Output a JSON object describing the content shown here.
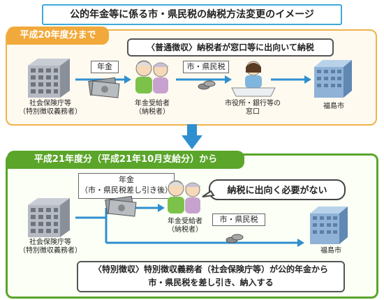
{
  "title": "公的年金等に係る市・県民税の納税方法変更のイメージ",
  "before": {
    "tag": "平成20年度分まで",
    "note": "〈普通徴収〉納税者が窓口等に出向いて納税",
    "pension_label": "年金",
    "tax_label": "市・県民税",
    "agency_line1": "社会保険庁等",
    "agency_line2": "（特別徴収義務者）",
    "recipient_line1": "年金受給者",
    "recipient_line2": "（納税者）",
    "counter_line1": "市役所・銀行等の",
    "counter_line2": "窓口",
    "city": "福島市"
  },
  "after": {
    "tag": "平成21年度分（平成21年10月支給分）から",
    "pension_line1": "年金",
    "pension_line2": "（市・県民税差し引き後）",
    "bubble": "納税に出向く必要がない",
    "tax_label": "市・県民税",
    "agency_line1": "社会保険庁等",
    "agency_line2": "（特別徴収義務者）",
    "recipient_line1": "年金受給者",
    "recipient_line2": "（納税者）",
    "city": "福島市",
    "note_line1": "〈特別徴収〉特別徴収義務者（社会保険庁等）が公的年金から",
    "note_line2": "市・県民税を差し引き、納入する"
  },
  "colors": {
    "blue_border": "#3fa9d8",
    "orange": "#f2a93b",
    "green": "#5aa52a",
    "arrow_blue": "#2f8fd0"
  }
}
